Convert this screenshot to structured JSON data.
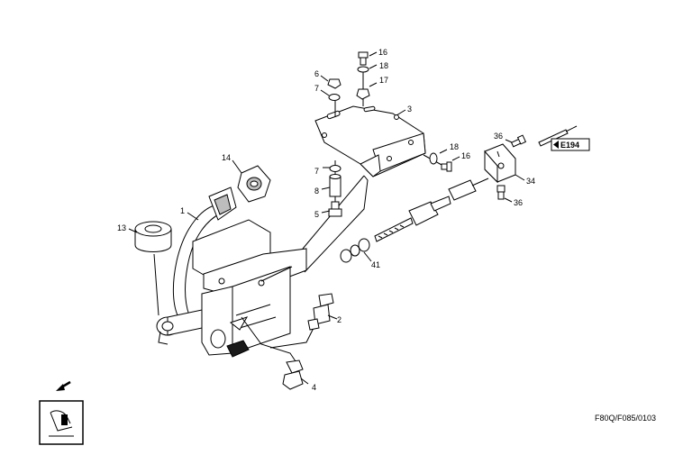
{
  "callouts": {
    "c16a": "16",
    "c18a": "18",
    "c6": "6",
    "c7a": "7",
    "c17": "17",
    "c3": "3",
    "c36a": "36",
    "c14": "14",
    "c18b": "18",
    "c16b": "16",
    "c7b": "7",
    "c8": "8",
    "c34": "34",
    "c36b": "36",
    "c5": "5",
    "c1": "1",
    "c13": "13",
    "c41": "41",
    "c2": "2",
    "c4": "4"
  },
  "ref_tag": "E194",
  "figure_code": "F80Q/F085/0103"
}
